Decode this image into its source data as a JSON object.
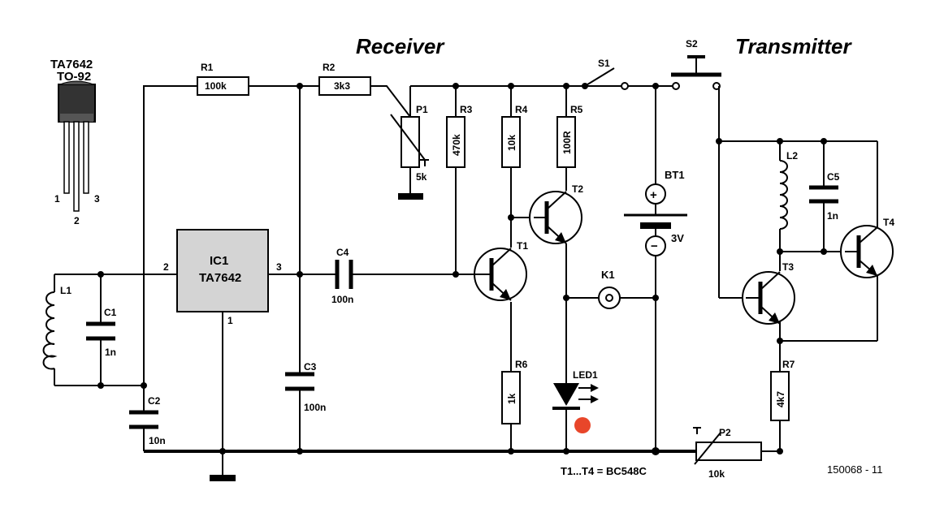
{
  "headings": {
    "receiver": "Receiver",
    "transmitter": "Transmitter"
  },
  "package": {
    "part": "TA7642",
    "type": "TO-92",
    "pin1": "1",
    "pin2": "2",
    "pin3": "3"
  },
  "ic": {
    "ref": "IC1",
    "value": "TA7642",
    "pin_in": "2",
    "pin_out": "3",
    "pin_gnd": "1"
  },
  "resistors": {
    "r1": {
      "ref": "R1",
      "value": "100k"
    },
    "r2": {
      "ref": "R2",
      "value": "3k3"
    },
    "r3": {
      "ref": "R3",
      "value": "470k"
    },
    "r4": {
      "ref": "R4",
      "value": "10k"
    },
    "r5": {
      "ref": "R5",
      "value": "100R"
    },
    "r6": {
      "ref": "R6",
      "value": "1k"
    },
    "r7": {
      "ref": "R7",
      "value": "4k7"
    }
  },
  "pots": {
    "p1": {
      "ref": "P1",
      "value": "5k"
    },
    "p2": {
      "ref": "P2",
      "value": "10k"
    }
  },
  "capacitors": {
    "c1": {
      "ref": "C1",
      "value": "1n"
    },
    "c2": {
      "ref": "C2",
      "value": "10n"
    },
    "c3": {
      "ref": "C3",
      "value": "100n"
    },
    "c4": {
      "ref": "C4",
      "value": "100n"
    },
    "c5": {
      "ref": "C5",
      "value": "1n"
    }
  },
  "inductors": {
    "l1": {
      "ref": "L1"
    },
    "l2": {
      "ref": "L2"
    }
  },
  "transistors": {
    "t1": "T1",
    "t2": "T2",
    "t3": "T3",
    "t4": "T4"
  },
  "switches": {
    "s1": "S1",
    "s2": "S2"
  },
  "battery": {
    "ref": "BT1",
    "value": "3V",
    "plus": "+",
    "minus": "−"
  },
  "connector": {
    "ref": "K1"
  },
  "led": {
    "ref": "LED1",
    "color": "#e8462a"
  },
  "note": "T1...T4 = BC548C",
  "figure_number": "150068 - 11"
}
